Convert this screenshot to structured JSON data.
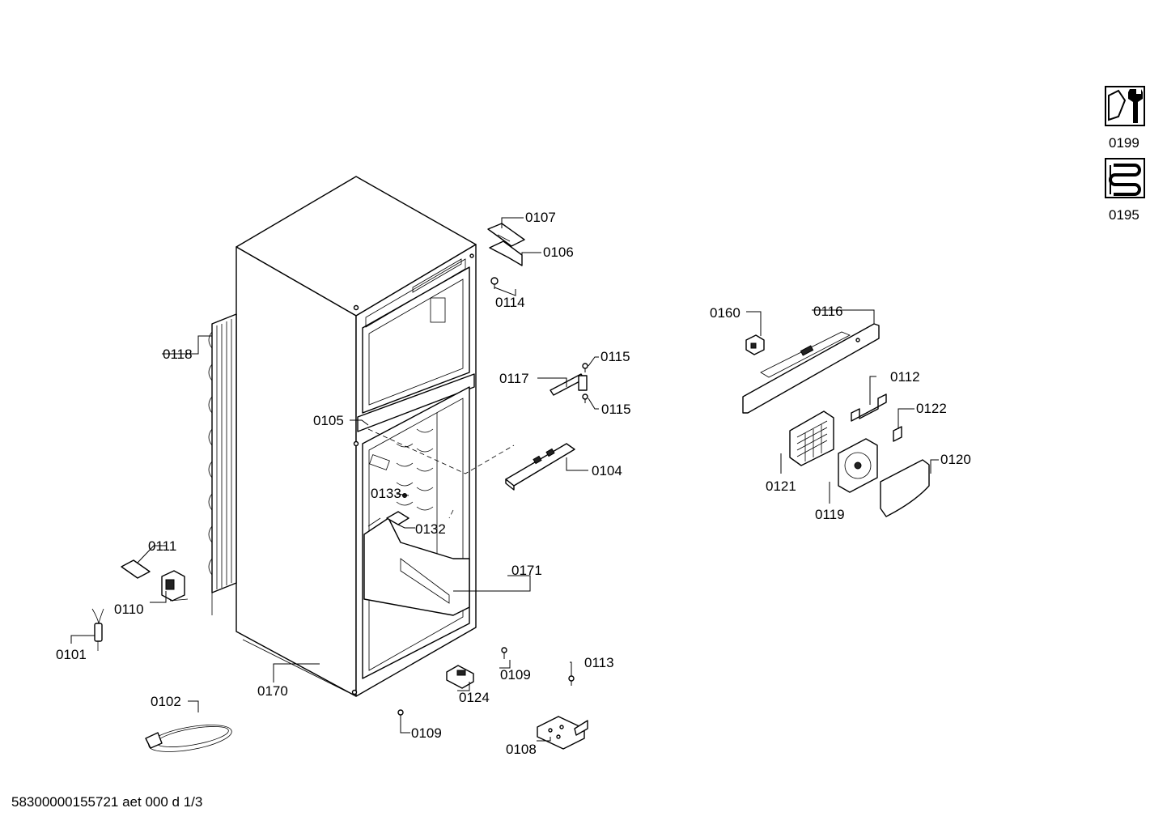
{
  "footer": "58300000155721 aet 000 d 1/3",
  "legend": [
    {
      "label": "0199",
      "icon": "wrench-nut-icon"
    },
    {
      "label": "0195",
      "icon": "coil-icon"
    }
  ],
  "labels": {
    "p0101": "0101",
    "p0102": "0102",
    "p0104": "0104",
    "p0105": "0105",
    "p0106": "0106",
    "p0107": "0107",
    "p0108": "0108",
    "p0109a": "0109",
    "p0109b": "0109",
    "p0110": "0110",
    "p0111": "0111",
    "p0112": "0112",
    "p0113": "0113",
    "p0114": "0114",
    "p0115a": "0115",
    "p0115b": "0115",
    "p0116": "0116",
    "p0117": "0117",
    "p0118": "0118",
    "p0119": "0119",
    "p0120": "0120",
    "p0121": "0121",
    "p0122": "0122",
    "p0124": "0124",
    "p0132": "0132",
    "p0133": "0133",
    "p0160": "0160",
    "p0170": "0170",
    "p0171": "0171"
  }
}
